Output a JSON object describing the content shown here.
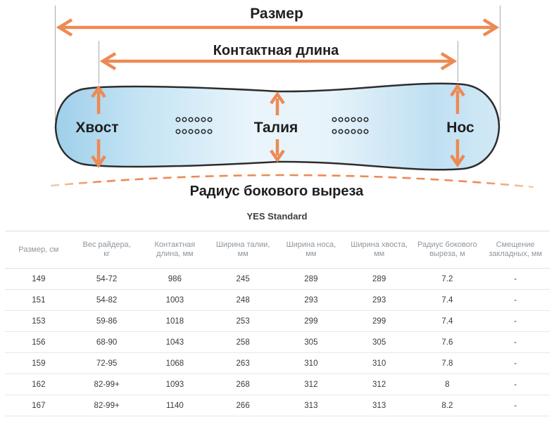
{
  "colors": {
    "arrow": "#ED8A54",
    "dash_fade": "#F6CDB0",
    "board_outline": "#2D2D2D",
    "board_fill_left": "#9ECFEA",
    "board_fill_center": "#EAF5FB",
    "board_fill_right": "#C9E5F5",
    "guide_line": "#A9A9A9",
    "label_text": "#1F1F1F",
    "table_title_text": "#3C4043",
    "table_header_text": "#8F969D",
    "table_cell_text": "#363B40"
  },
  "diagram": {
    "size_label": "Размер",
    "contact_length_label": "Контактная длина",
    "tail_label": "Хвост",
    "waist_label": "Талия",
    "nose_label": "Нос",
    "sidecut_radius_label": "Радиус бокового выреза"
  },
  "table": {
    "title": "YES Standard",
    "headers": [
      "Размер, см",
      "Вес райдера,\nкг",
      "Контактная\nдлина, мм",
      "Ширина талии,\nмм",
      "Ширина носа,\nмм",
      "Ширина хвоста,\nмм",
      "Радиус бокового\nвыреза, м",
      "Смещение\nзакладных, мм"
    ],
    "rows": [
      [
        "149",
        "54-72",
        "986",
        "245",
        "289",
        "289",
        "7.2",
        "-"
      ],
      [
        "151",
        "54-82",
        "1003",
        "248",
        "293",
        "293",
        "7.4",
        "-"
      ],
      [
        "153",
        "59-86",
        "1018",
        "253",
        "299",
        "299",
        "7.4",
        "-"
      ],
      [
        "156",
        "68-90",
        "1043",
        "258",
        "305",
        "305",
        "7.6",
        "-"
      ],
      [
        "159",
        "72-95",
        "1068",
        "263",
        "310",
        "310",
        "7.8",
        "-"
      ],
      [
        "162",
        "82-99+",
        "1093",
        "268",
        "312",
        "312",
        "8",
        "-"
      ],
      [
        "167",
        "82-99+",
        "1140",
        "266",
        "313",
        "313",
        "8.2",
        "-"
      ]
    ]
  }
}
